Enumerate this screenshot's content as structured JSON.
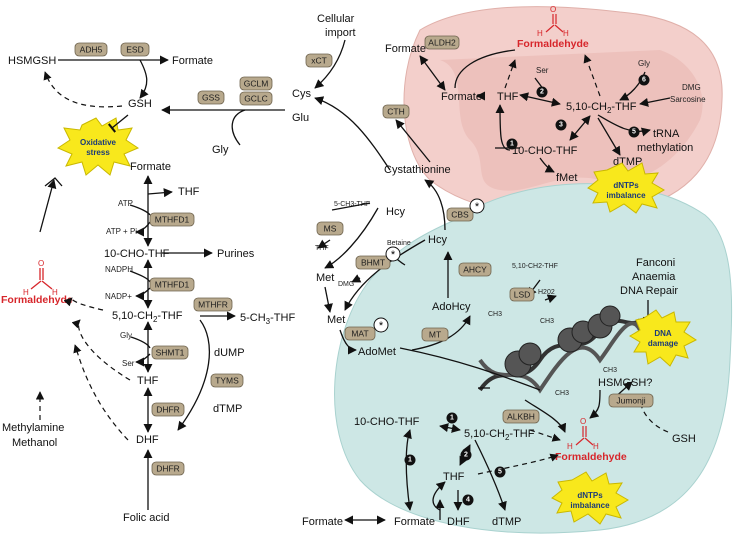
{
  "left": {
    "hsmgsh": "HSMGSH",
    "formate_top": "Formate",
    "gsh": "GSH",
    "gly": "Gly",
    "cys": "Cys",
    "glu": "Glu",
    "cellular_import": "Cellular\nimport",
    "formate2": "Formate",
    "thf1": "THF",
    "atp": "ATP",
    "atp_pi": "ATP + Pi",
    "cho_thf": "10-CHO-THF",
    "purines": "Purines",
    "nadph": "NADPH",
    "nadp": "NADP+",
    "ch2_thf": "5,10-CH",
    "ch2_thf_sub": "2",
    "ch2_thf_end": "-THF",
    "ch3_thf": "5-CH",
    "ch3_thf_sub": "3",
    "ch3_thf_end": "-THF",
    "gly2": "Gly",
    "ser": "Ser",
    "dump": "dUMP",
    "thf2": "THF",
    "dtmp": "dTMP",
    "dhf": "DHF",
    "folic": "Folic acid",
    "methylamine": "Methylamine",
    "methanol": "Methanol",
    "formaldehyde": "Formaldehyde",
    "oxidative": "Oxidative",
    "stress": "stress"
  },
  "enzymes": {
    "adh5": "ADH5",
    "esd": "ESD",
    "gss": "GSS",
    "gclm": "GCLM",
    "gclc": "GCLC",
    "xct": "xCT",
    "cth": "CTH",
    "mthfd1a": "MTHFD1",
    "mthfd1b": "MTHFD1",
    "mthfr": "MTHFR",
    "shmt1": "SHMT1",
    "tyms": "TYMS",
    "dhfr1": "DHFR",
    "dhfr2": "DHFR",
    "aldh2": "ALDH2",
    "ms": "MS",
    "bhmt": "BHMT",
    "cbs": "CBS",
    "ahcy": "AHCY",
    "mat": "MAT",
    "mt": "MT",
    "lsd": "LSD",
    "jumonji": "Jumonji",
    "alkbh": "ALKBH"
  },
  "center": {
    "cystathionine": "Cystathionine",
    "hcy1": "Hcy",
    "hcy2": "Hcy",
    "ch3thf_small": "5-CH3-THF",
    "thf_small": "THF",
    "betaine": "Betaine",
    "dmg": "DMG",
    "met1": "Met",
    "met2": "Met",
    "adohcy": "AdoHcy",
    "adomet": "AdoMet"
  },
  "mito": {
    "formate_out": "Formate",
    "formaldehyde": "Formaldehyde",
    "formate_in": "Formate",
    "thf": "THF",
    "ser": "Ser",
    "gly": "Gly",
    "ch2thf": "5,10-CH",
    "ch2thf_end": "-THF",
    "dmg": "DMG",
    "sarcosine": "Sarcosine",
    "trna": "tRNA",
    "methylation": "methylation",
    "chothf": "10-CHO-THF",
    "dtmp": "dTMP",
    "fmet": "fMet",
    "dntps": "dNTPs",
    "imbalance": "imbalance"
  },
  "nucleus": {
    "ch2thf_small": "5,10-CH2-THF",
    "h2o2": "H202",
    "fanconi1": "Fanconi",
    "fanconi2": "Anaemia",
    "fanconi3": "DNA Repair",
    "dna": "DNA",
    "damage": "damage",
    "hsmgsh": "HSMGSH?",
    "gsh": "GSH",
    "formaldehyde": "Formaldehyde",
    "chothf": "10-CHO-THF",
    "ch2thf": "5,10-CH",
    "ch2thf_end": "-THF",
    "thf": "THF",
    "formate_mid": "Formate",
    "formate_left": "Formate",
    "dhf": "DHF",
    "dtmp": "dTMP",
    "dntps": "dNTPs",
    "imbalance": "imbalance",
    "ch3": "CH3"
  },
  "numbers": [
    "1",
    "2",
    "3",
    "4",
    "5",
    "6"
  ],
  "colors": {
    "mito_fill": "#f3cfcb",
    "nucleus_fill": "#cde7e5",
    "enzyme": "#b8a98d",
    "burst": "#f8e81c",
    "formaldehyde_red": "#d7262b"
  }
}
